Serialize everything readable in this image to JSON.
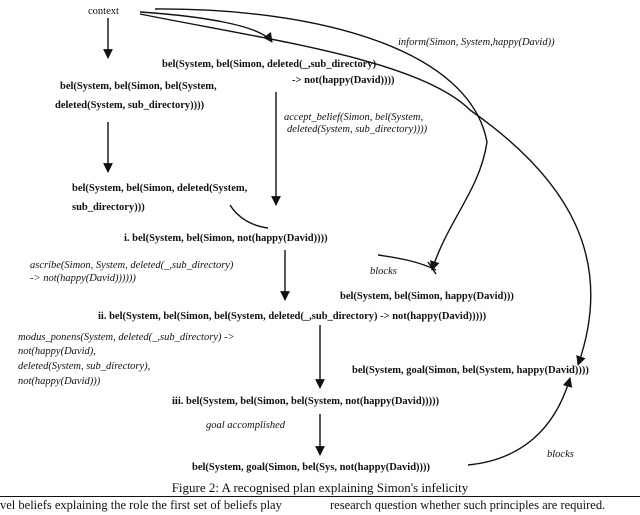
{
  "nodes": {
    "context": "context",
    "n_left1_l1": "bel(System, bel(Simon, bel(System,",
    "n_left1_l2": "deleted(System, sub_directory))))",
    "n_left2_l1": "bel(System, bel(Simon, deleted(System,",
    "n_left2_l2": "sub_directory)))",
    "n_right1_l1": "bel(System, bel(Simon, deleted(_,sub_directory)",
    "n_right1_l2": "-> not(happy(David))))",
    "n_i": "i. bel(System, bel(Simon, not(happy(David))))",
    "n_bsh": "bel(System, bel(Simon, happy(David)))",
    "n_ii": "ii. bel(System, bel(Simon, bel(System, deleted(_,sub_directory) -> not(happy(David)))))",
    "n_goal_r": "bel(System, goal(Simon, bel(System, happy(David))))",
    "n_iii": "iii. bel(System, bel(Simon, bel(System, not(happy(David)))))",
    "n_goal_b": "bel(System, goal(Simon, bel(Sys, not(happy(David))))"
  },
  "edge_labels": {
    "inform": "inform(Simon, System,happy(David))",
    "accept_l1": "accept_belief(Simon, bel(System,",
    "accept_l2": "deleted(System, sub_directory))))",
    "ascribe_l1": "ascribe(Simon, System, deleted(_,sub_directory)",
    "ascribe_l2": "-> not(happy(David))))))",
    "blocks_top": "blocks",
    "mp_l1": "modus_ponens(System, deleted(_,sub_directory) ->",
    "mp_l2": "not(happy(David),",
    "mp_l3": "deleted(System, sub_directory),",
    "mp_l4": "not(happy(David)))",
    "goal_accomplished": "goal accomplished",
    "blocks_bottom": "blocks"
  },
  "caption": "Figure 2: A recognised plan explaining Simon's infelicity",
  "body_text_left": "vel beliefs explaining the role the first set of beliefs play",
  "body_text_right": "research question whether such principles are required."
}
